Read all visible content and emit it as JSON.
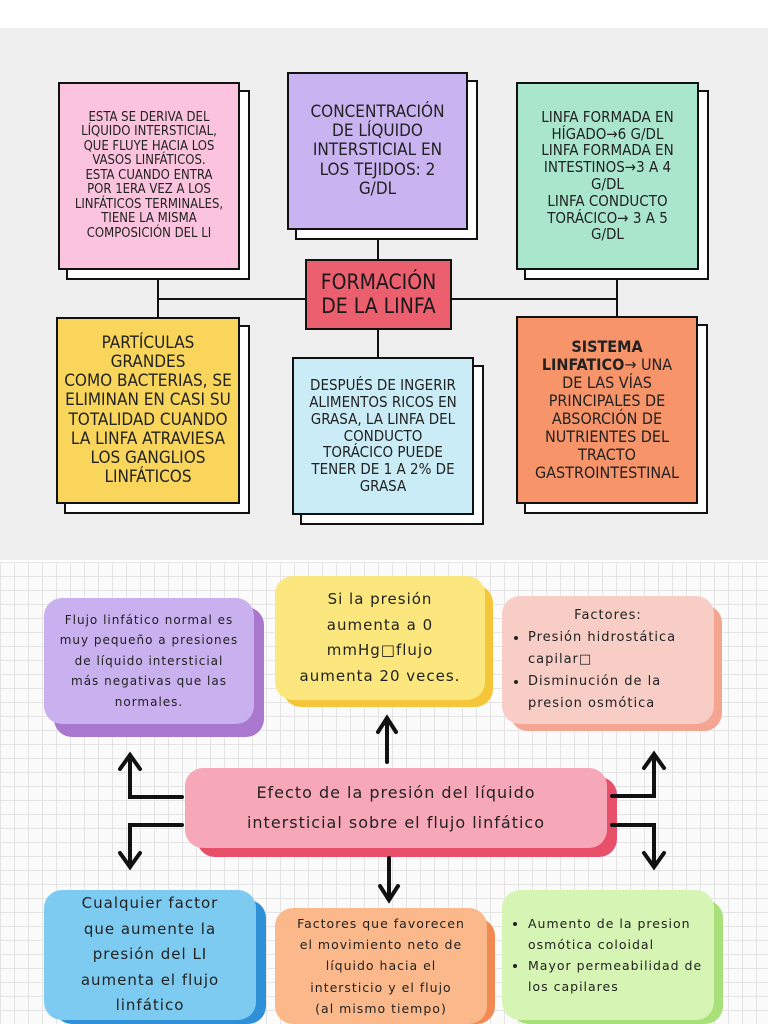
{
  "top": {
    "center_title": "FORMACIÓN\nDE LA LINFA",
    "box_pink": "Esta se deriva del\nlíquido intersticial,\nque fluye hacia los\nvasos linfáticos.\nEsta cuando entra\npor 1era vez a los\nlinfáticos terminales,\ntiene la misma\ncomposición del LI",
    "box_purple": "Concentración\nde líquido\nintersticial en\nlos tejidos: 2\nG/DL",
    "box_green": "Linfa formada en\nhígado→6 G/DL\nlinfa formada en\nintestinos→3 a 4\nG/DL\nlinfa conducto\ntorácico→ 3 a 5\nG/DL",
    "box_yellow": "Partículas grandes\ncomo bacterias, se\neliminan en casi su\ntotalidad cuando\nla linfa atraviesa\nlos ganglios\nlinfáticos",
    "box_blue": "Después de ingerir\nalimentos ricos en\ngrasa, la linfa del\nconducto\ntorácico puede\ntener de 1 a 2% de\ngrasa",
    "box_orange_bold": "Sistema\nlinfatico",
    "box_orange_rest": "→ una\nde las vías\nprincipales de\nabsorción de\nnutrientes del\ntracto\ngastrointestinal"
  },
  "bottom": {
    "center_title": "Efecto de la presión del líquido\nintersticial sobre el flujo linfático",
    "box_purple": "Flujo linfático normal es\nmuy pequeño a presiones\nde líquido intersticial\nmás negativas que las\nnormales.",
    "box_yellow": "Si la presión\naumenta a 0\nmmHg\u0000flujo\naumenta 20 veces.",
    "box_pink_title": "Factores:",
    "box_pink_items": [
      "Presión hidrostática capilar\u0000",
      "Disminución de la presion osmótica"
    ],
    "box_blue": "Cualquier factor\nque aumente la\npresión del LI\naumenta el flujo\nlinfático",
    "box_orange": "Factores que favorecen\nel movimiento neto de\nlíquido hacia el\nintersticio y el flujo\n(al mismo tiempo)",
    "box_green_items": [
      "Aumento de la presion osmótica coloidal",
      "Mayor permeabilidad de los capilares"
    ]
  },
  "colors": {
    "pink": "#fbc3dd",
    "purple": "#c9b3f0",
    "mint": "#a9e6cc",
    "yellow": "#f9d65b",
    "lightblue": "#c9ecf7",
    "orange": "#f7946a",
    "red": "#ec5f6f",
    "b_purple": "#c9b0ef",
    "b_yellow": "#fbe77d",
    "b_pink": "#f7cdc5",
    "b_blue": "#7ecbf1",
    "b_orange": "#fbb98b",
    "b_green": "#d6f4b3",
    "b_center": "#f7a8b8"
  }
}
